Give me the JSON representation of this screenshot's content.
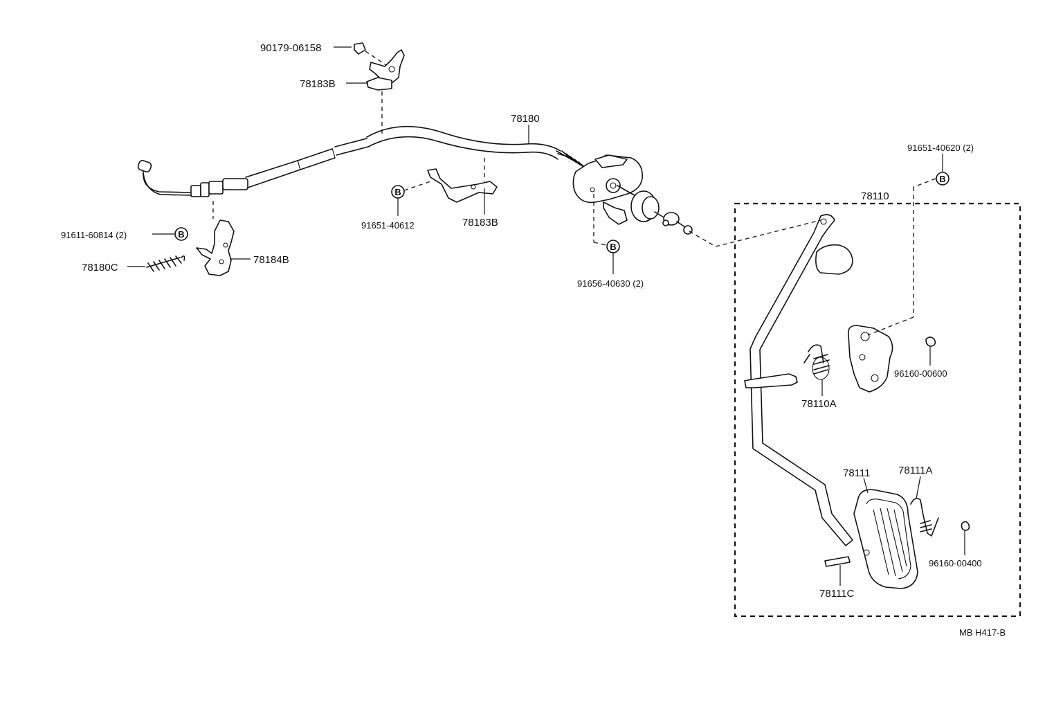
{
  "labels": {
    "p90179_06158": "90179-06158",
    "p78183B_top": "78183B",
    "p78180": "78180",
    "p91651_40620": "91651-40620 (2)",
    "p78110": "78110",
    "p91611_60814": "91611-60814 (2)",
    "p78180C": "78180C",
    "p78184B": "78184B",
    "p91651_40612": "91651-40612",
    "p78183B_mid": "78183B",
    "p91656_40630": "91656-40630 (2)",
    "p78110A": "78110A",
    "p96160_00600": "96160-00600",
    "p78111": "78111",
    "p78111A": "78111A",
    "p96160_00400": "96160-00400",
    "p78111C": "78111C",
    "diagram_code": "MB H417-B"
  },
  "markers": {
    "b_marker": "B"
  }
}
